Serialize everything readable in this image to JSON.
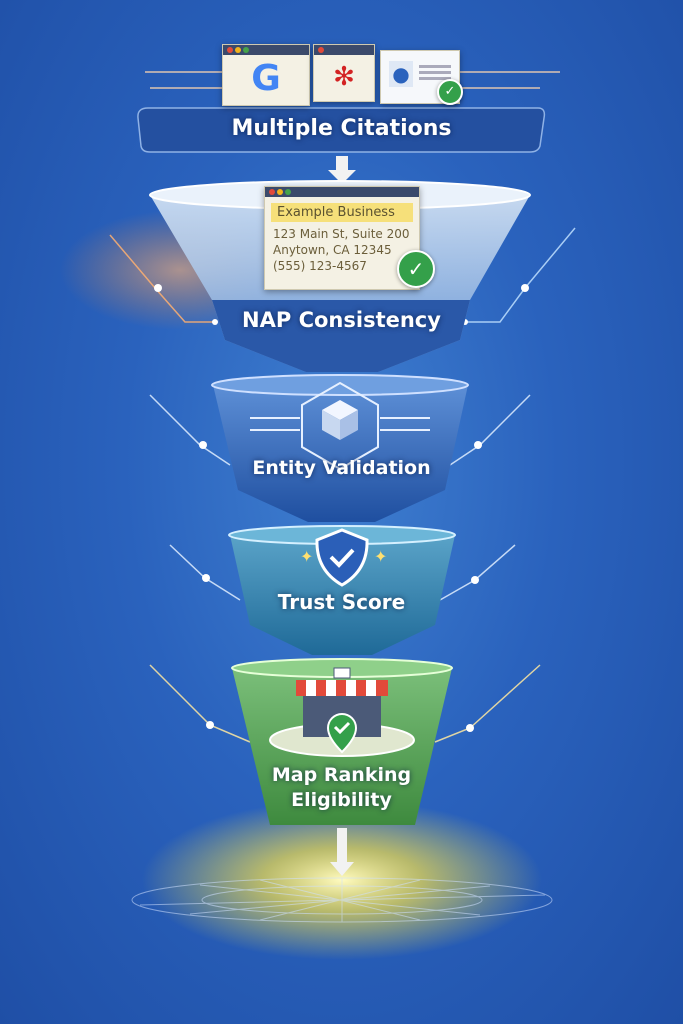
{
  "stages": [
    {
      "label": "Multiple Citations",
      "icons": [
        "google-icon",
        "yelp-icon",
        "business-id-card-icon"
      ]
    },
    {
      "label": "NAP Consistency"
    },
    {
      "label": "Entity Validation",
      "icon": "cube-network-icon"
    },
    {
      "label": "Trust Score",
      "icon": "shield-check-icon"
    },
    {
      "label_line1": "Map Ranking",
      "label_line2": "Eligibility",
      "icon": "storefront-map-pin-icon"
    }
  ],
  "nap_card": {
    "business_name": "Example Business",
    "address_line1": "123 Main St, Suite 200",
    "address_line2": "Anytown, CA 12345",
    "phone": "(555) 123-4567"
  },
  "colors": {
    "background": "#2a62bd",
    "check": "#34a04a",
    "glow": "#f5e04a",
    "accent_orange": "#f08a3c"
  }
}
